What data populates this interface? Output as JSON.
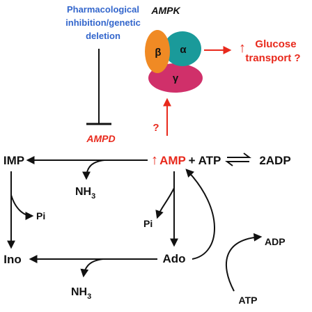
{
  "inhibition_label": {
    "line1": "Pharmacological",
    "line2": "inhibition/genetic",
    "line3": "deletion"
  },
  "enzyme": "AMPD",
  "complex": {
    "title": "AMPK",
    "subunit_beta": "β",
    "subunit_alpha": "α",
    "subunit_gamma": "γ"
  },
  "effect": {
    "arrow": "↑",
    "line1": "Glucose",
    "line2": "transport ?"
  },
  "question_mark": "?",
  "metabolites": {
    "amp": "AMP",
    "plus_atp": "+ ATP",
    "two_adp": "2ADP",
    "imp": "IMP",
    "ino": "Ino",
    "ado": "Ado",
    "pi_upper": "Pi",
    "pi_middle": "Pi",
    "nh3_upper": "NH",
    "nh3_lower": "NH",
    "nh3_sub": "3",
    "adp": "ADP",
    "atp": "ATP"
  },
  "colors": {
    "red": "#e8291c",
    "blue": "#3366cc",
    "beta": "#f08a24",
    "alpha": "#1a9a9a",
    "gamma": "#d0306a"
  }
}
